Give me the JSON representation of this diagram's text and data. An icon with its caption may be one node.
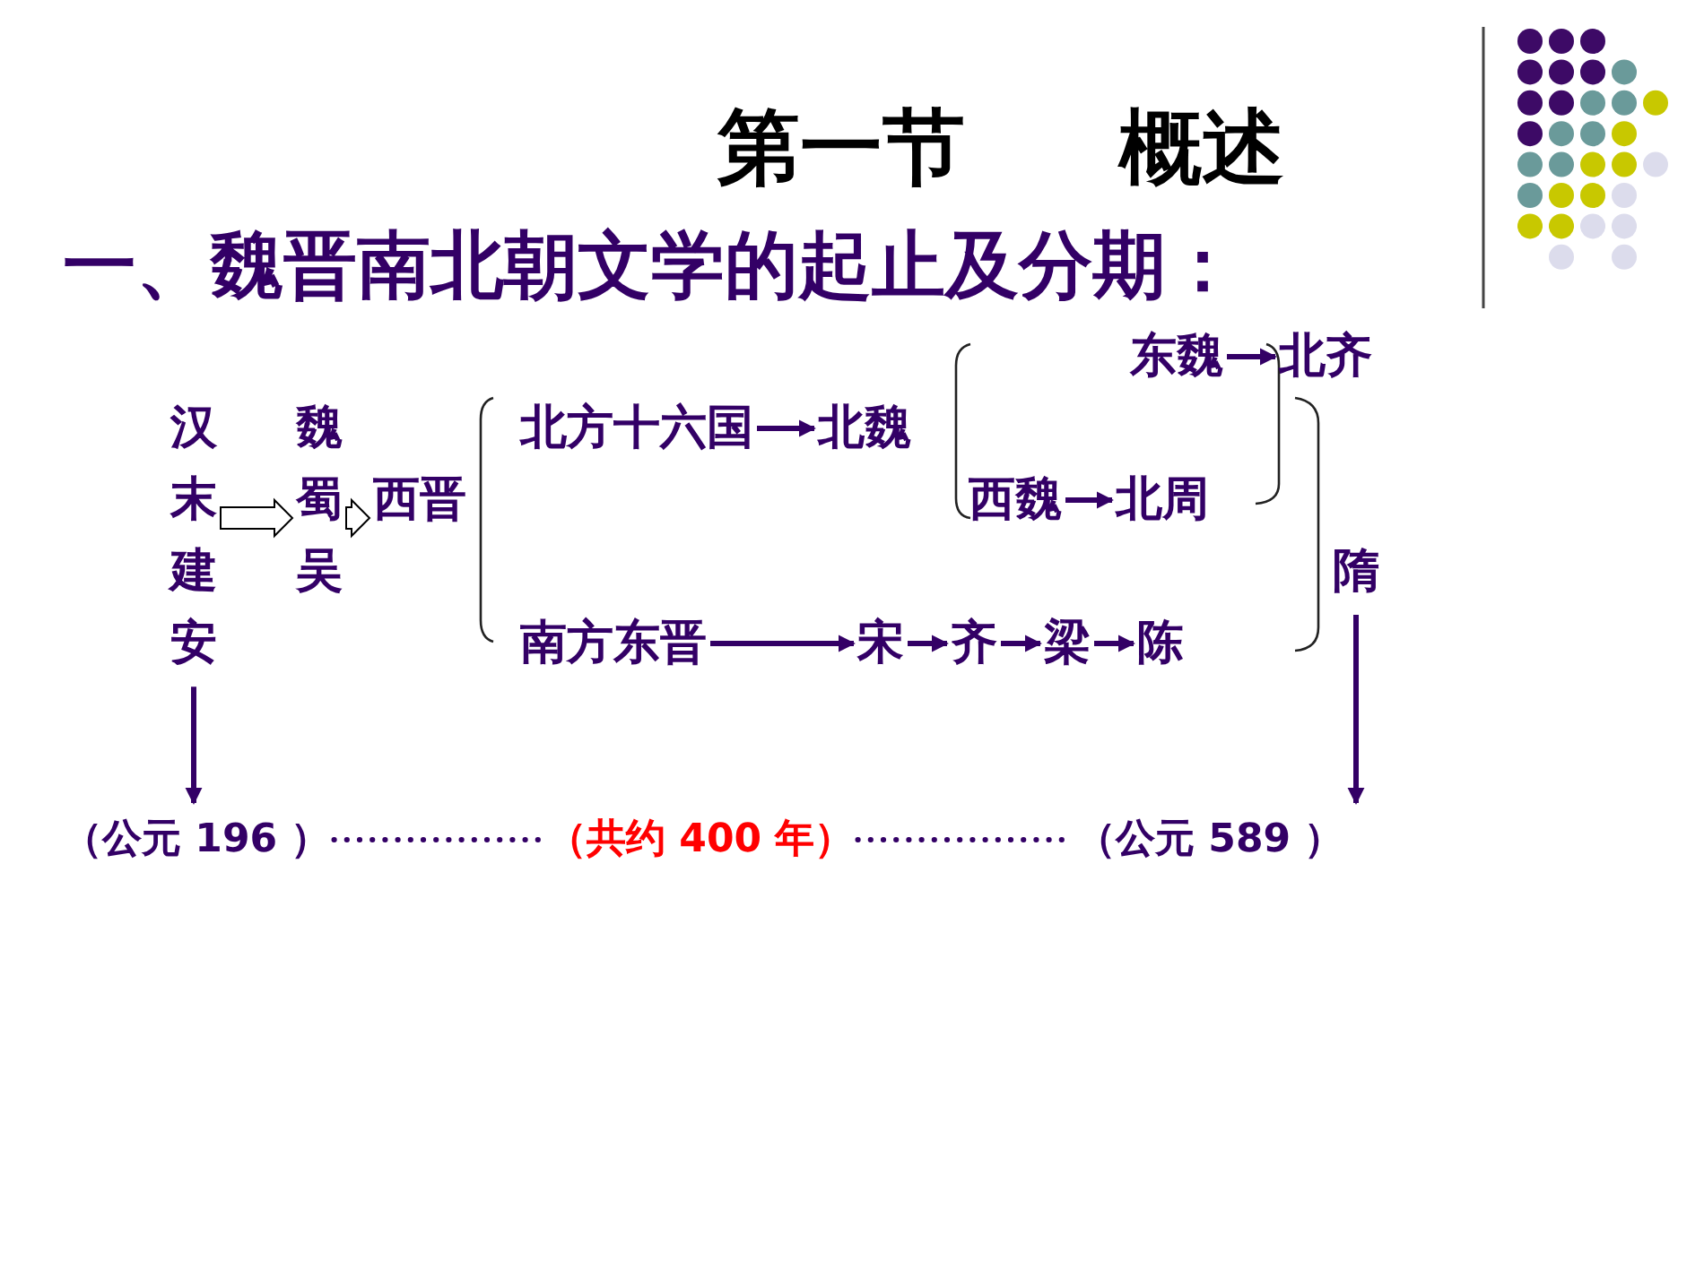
{
  "diagram": {
    "title": "第一节 概述",
    "nodes": [
      {
        "text": [
          "汉末建安"
        ]
      },
      {
        "text": [
          "魏",
          "蜀",
          "吴"
        ]
      },
      {
        "text": [
          "西晋"
        ]
      },
      {
        "text": [
          "北方十六国"
        ]
      },
      {
        "text": [
          "北魏"
        ]
      },
      {
        "text": [
          "东魏"
        ]
      },
      {
        "text": [
          "北齐"
        ]
      },
      {
        "text": [
          "西魏"
        ]
      },
      {
        "text": [
          "北周"
        ]
      },
      {
        "text": [
          "南方东晋"
        ]
      },
      {
        "text": [
          "宋"
        ]
      },
      {
        "text": [
          "齐"
        ]
      },
      {
        "text": [
          "梁"
        ]
      },
      {
        "text": [
          "陈"
        ]
      },
      {
        "text": [
          "隋"
        ]
      },
      {
        "text": [
          "（公元 196 ）"
        ]
      },
      {
        "text": [
          "（共约 400 年）"
        ]
      },
      {
        "text": [
          "（公元 589 ）"
        ]
      }
    ],
    "edges": [
      {
        "from": 0,
        "to": 1,
        "arrow": "to",
        "style": "thick",
        "color": "#000000"
      },
      {
        "from": 1,
        "to": 2,
        "arrow": "to",
        "style": "thick",
        "color": "#000000"
      },
      {
        "from": 3,
        "to": 4,
        "arrow": "to"
      },
      {
        "from": 5,
        "to": 6,
        "arrow": "to"
      },
      {
        "from": 7,
        "to": 8,
        "arrow": "to"
      },
      {
        "from": 9,
        "to": 10,
        "arrow": "to"
      },
      {
        "from": 10,
        "to": 11,
        "arrow": "to"
      },
      {
        "from": 11,
        "to": 12,
        "arrow": "to"
      },
      {
        "from": 12,
        "to": 13,
        "arrow": "to"
      },
      {
        "from": 0,
        "to": 15,
        "arrow": "to"
      },
      {
        "from": 14,
        "to": 17,
        "arrow": "to"
      },
      {
        "from": 15,
        "to": 16,
        "arrow": "none",
        "style": "dashed"
      },
      {
        "from": 16,
        "to": 17,
        "arrow": "none",
        "style": "dashed"
      }
    ],
    "labels": [
      "一、魏晋南北朝文学的起止及分期："
    ]
  }
}
